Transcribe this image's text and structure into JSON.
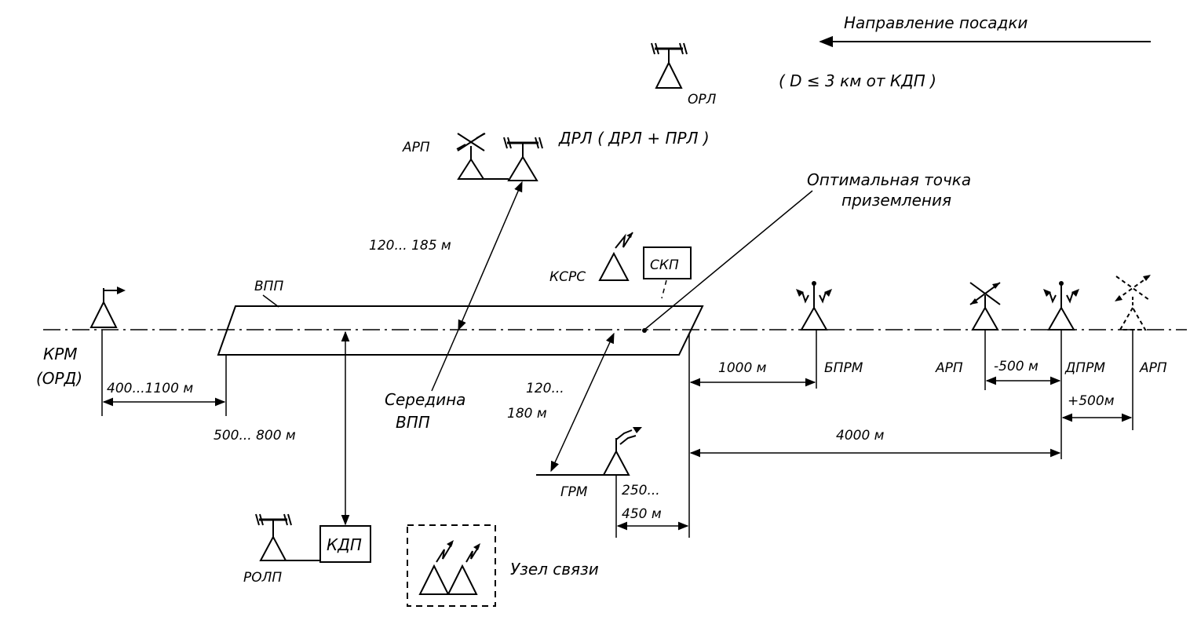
{
  "landing_direction": "Направление посадки",
  "range_note": "( D ≤ 3 км от КДП )",
  "orl": "ОРЛ",
  "arp_top": "АРП",
  "drl": "ДРЛ ( ДРЛ + ПРЛ )",
  "optimal_point_line1": "Оптимальная точка",
  "optimal_point_line2": "приземления",
  "dist_drl": "120... 185 м",
  "ksrs": "КСРС",
  "skp": "СКП",
  "vpp": "ВПП",
  "krm_line1": "КРМ",
  "krm_line2": "(ОРД)",
  "dist_krm": "400...1100 м",
  "dist_rolp": "500... 800 м",
  "vpp_mid_line1": "Середина",
  "vpp_mid_line2": "ВПП",
  "dist_grm_line1": "120...",
  "dist_grm_line2": "180 м",
  "grm": "ГРМ",
  "dist_grm_shift_line1": "250...",
  "dist_grm_shift_line2": "450 м",
  "dist_bprm": "1000 м",
  "bprm": "БПРМ",
  "arp_left": "АРП",
  "dist_minus": "-500 м",
  "dprm": "ДПРМ",
  "arp_right": "АРП",
  "dist_plus": "+500м",
  "dist_dprm": "4000 м",
  "kdp": "КДП",
  "rolp": "РОЛП",
  "comm_node": "Узел связи"
}
